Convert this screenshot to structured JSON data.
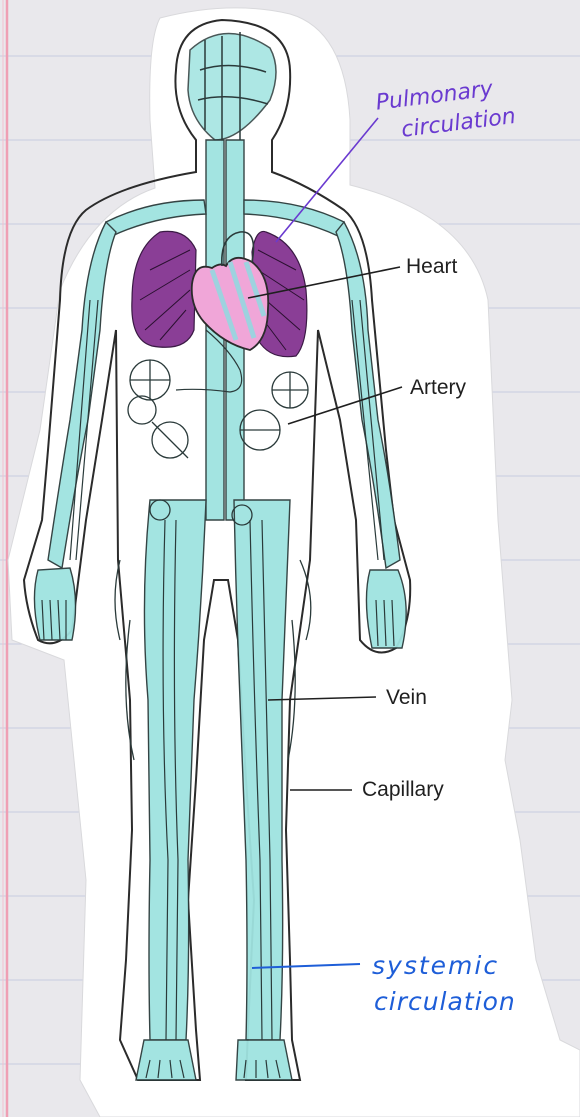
{
  "labels": {
    "heart": "Heart",
    "artery": "Artery",
    "vein": "Vein",
    "capillary": "Capillary"
  },
  "annotations": {
    "pulmonary_line1": "Pulmonary",
    "pulmonary_line2": "circulation",
    "systemic_line1": "systemic",
    "systemic_line2": "circulation"
  },
  "colors": {
    "paper": "#e9e8ec",
    "cutout": "#ffffff",
    "vessel_fill": "#9fe3e0",
    "vessel_line": "#2a3a3a",
    "lung_fill": "#8a3e96",
    "heart_fill": "#f0a6d8",
    "pulmonary_ink": "#6a3ad0",
    "systemic_ink": "#1e5ed8",
    "margin_line": "#ef9fb4",
    "rule_line": "#c8cbe0"
  }
}
